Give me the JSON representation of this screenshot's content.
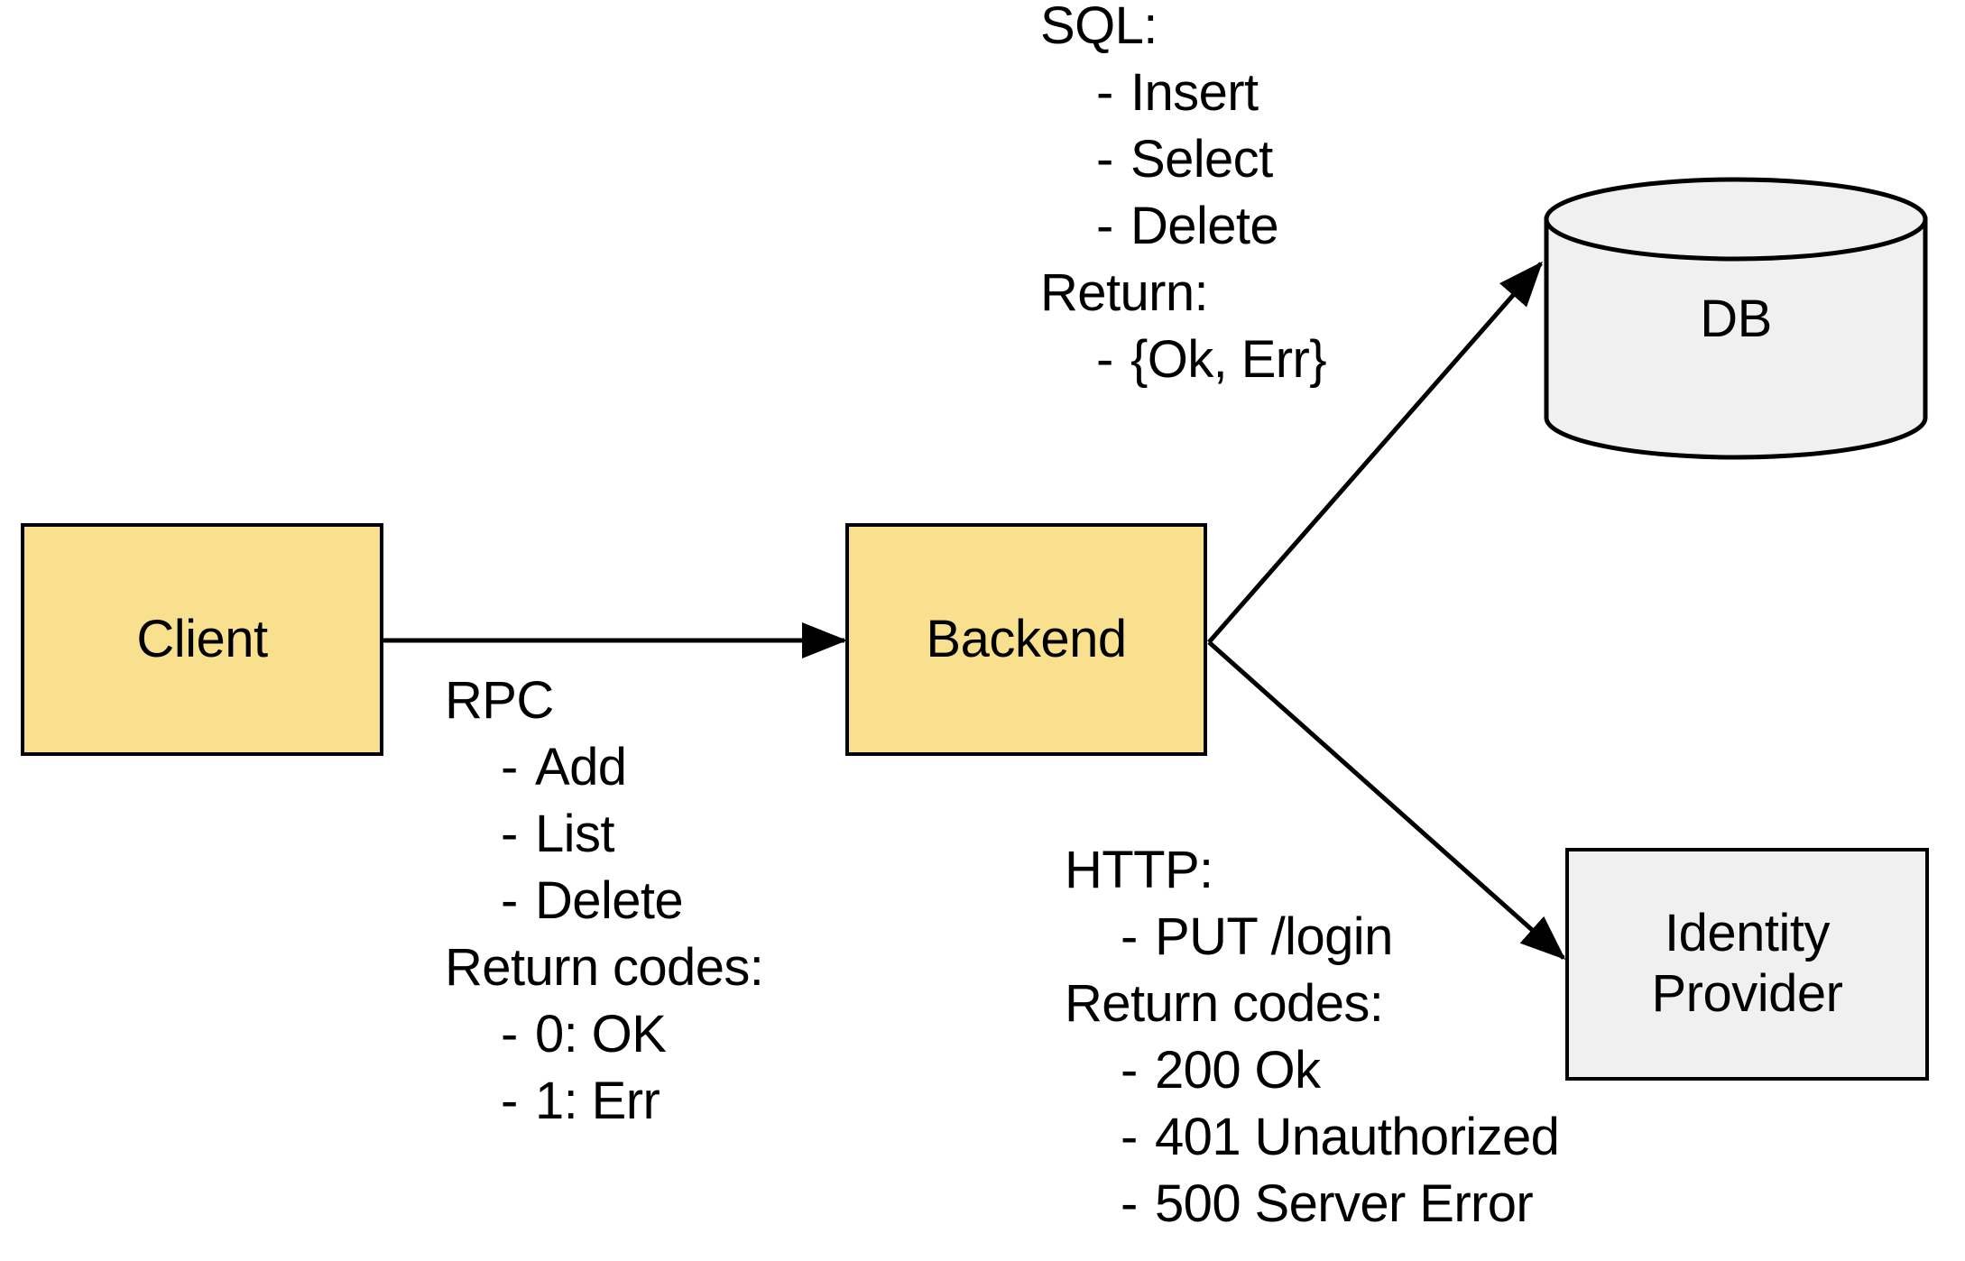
{
  "diagram": {
    "title": "Client / Backend / DB / Identity Provider architecture",
    "colors": {
      "node_fill_primary": "#F8E08E",
      "node_fill_secondary": "#F0F0F0",
      "stroke": "#000000",
      "background": "#FFFFFF"
    },
    "nodes": [
      {
        "id": "client",
        "label": "Client",
        "shape": "rectangle",
        "fill": "#F8E08E"
      },
      {
        "id": "backend",
        "label": "Backend",
        "shape": "rectangle",
        "fill": "#F8E08E"
      },
      {
        "id": "db",
        "label": "DB",
        "shape": "cylinder",
        "fill": "#F0F0F0"
      },
      {
        "id": "idp",
        "label_line1": "Identity",
        "label_line2": "Provider",
        "shape": "rectangle",
        "fill": "#F0F0F0"
      }
    ],
    "edges": [
      {
        "id": "client-backend",
        "from": "client",
        "to": "backend",
        "annotation": "rpc"
      },
      {
        "id": "backend-db",
        "from": "backend",
        "to": "db",
        "annotation": "sql"
      },
      {
        "id": "backend-idp",
        "from": "backend",
        "to": "idp",
        "annotation": "http"
      }
    ],
    "annotations": {
      "rpc": {
        "heading": "RPC",
        "bullet": "-",
        "items": [
          "Add",
          "List",
          "Delete"
        ],
        "subheading": "Return codes:",
        "sub_items": [
          "0: OK",
          "1: Err"
        ]
      },
      "sql": {
        "heading": "SQL:",
        "bullet": "-",
        "items": [
          "Insert",
          "Select",
          "Delete"
        ],
        "subheading": "Return:",
        "sub_items": [
          "{Ok, Err}"
        ]
      },
      "http": {
        "heading": "HTTP:",
        "bullet": "-",
        "items": [
          "PUT /login"
        ],
        "subheading": "Return codes:",
        "sub_items": [
          "200 Ok",
          "401 Unauthorized",
          "500 Server Error"
        ]
      }
    }
  }
}
